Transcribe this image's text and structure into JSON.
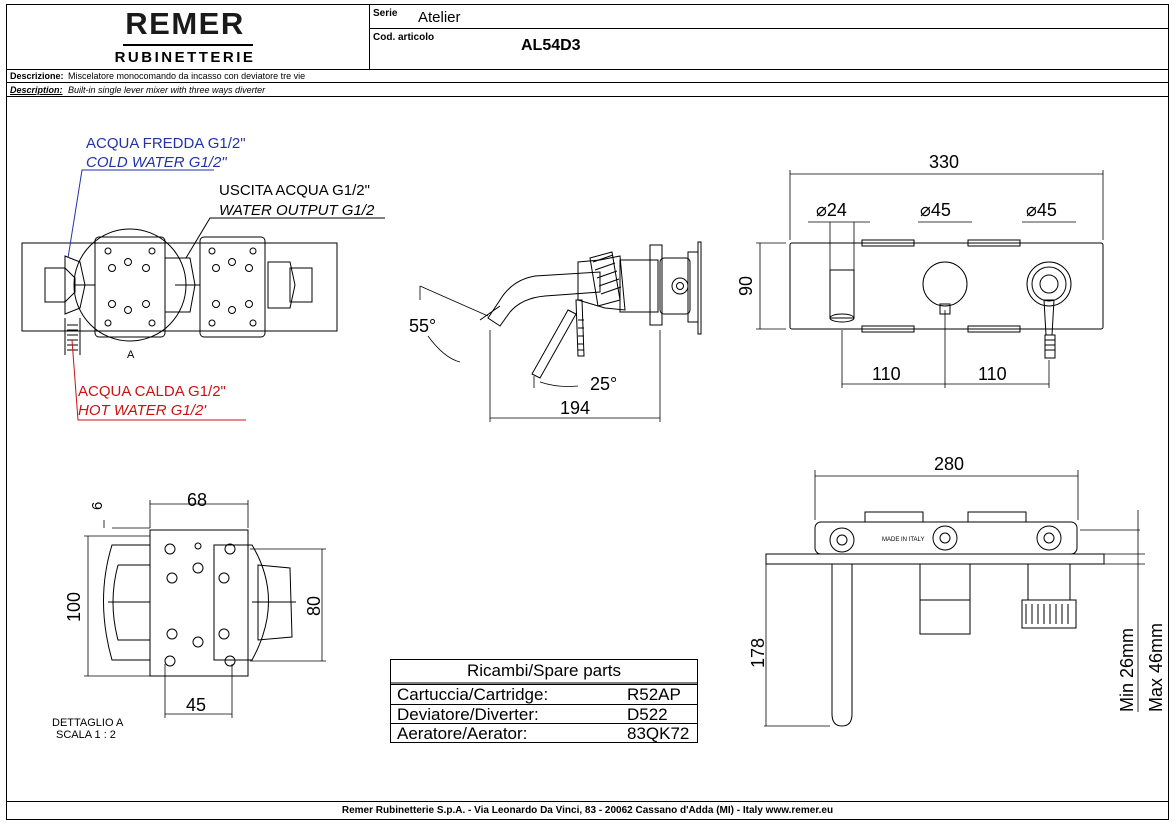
{
  "header": {
    "brand_top": "REMER",
    "brand_bottom": "RUBINETTERIE",
    "serie_label": "Serie",
    "serie_value": "Atelier",
    "code_label": "Cod. articolo",
    "code_value": "AL54D3"
  },
  "description": {
    "it_label": "Descrizione:",
    "it_text": "Miscelatore monocomando da incasso con deviatore tre vie",
    "en_label": "Description:",
    "en_text": "Built-in single lever mixer with three ways diverter"
  },
  "labels": {
    "cold_it": "ACQUA FREDDA G1/2\"",
    "cold_en": "COLD WATER G1/2\"",
    "outlet_it": "USCITA ACQUA G1/2\"",
    "outlet_en": "WATER OUTPUT G1/2",
    "hot_it": "ACQUA CALDA G1/2\"",
    "hot_en": "HOT WATER G1/2'",
    "detail_marker": "A",
    "detail_title": "DETTAGLIO A",
    "detail_scale": "SCALA 1 : 2",
    "stamp": "MADE IN ITALY"
  },
  "dimensions": {
    "angle_55": "55°",
    "angle_25": "25°",
    "d194": "194",
    "d330": "330",
    "dia24": "24",
    "dia45a": "45",
    "dia45b": "45",
    "d90": "90",
    "d110a": "110",
    "d110b": "110",
    "d68": "68",
    "d6": "6",
    "d100": "100",
    "d80": "80",
    "d45": "45",
    "d280": "280",
    "d178": "178",
    "min": "Min 26mm",
    "max": "Max 46mm"
  },
  "spare_parts": {
    "title": "Ricambi/Spare parts",
    "rows": [
      {
        "name": "Cartuccia/Cartridge:",
        "code": "R52AP"
      },
      {
        "name": "Deviatore/Diverter:",
        "code": "D522"
      },
      {
        "name": "Aeratore/Aerator:",
        "code": "83QK72"
      }
    ]
  },
  "footer": "Remer Rubinetterie S.p.A. - Via Leonardo Da Vinci, 83 - 20062 Cassano d'Adda (MI) - Italy www.remer.eu",
  "colors": {
    "blue": "#2233aa",
    "red": "#cc1111",
    "line": "#000000"
  }
}
